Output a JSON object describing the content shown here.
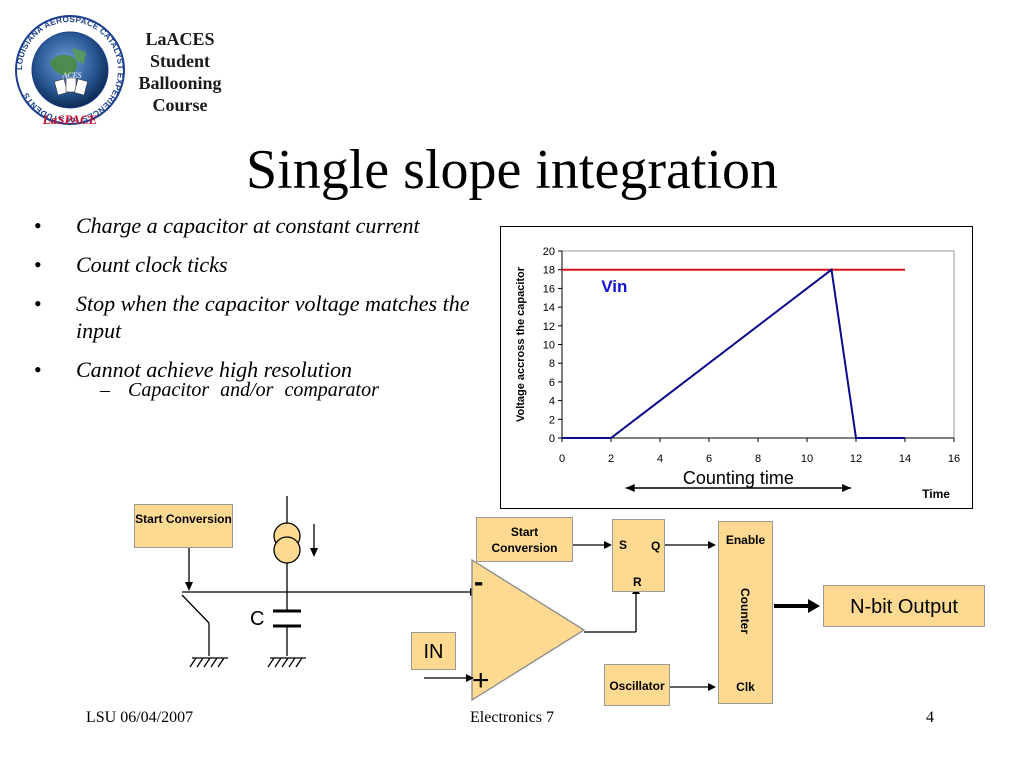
{
  "header": {
    "org_lines": [
      "LaACES",
      "Student",
      "Ballooning",
      "Course"
    ],
    "logo": {
      "ring_text": "LOUISIANA AEROSPACE CATALYST EXPERIENCES for STUDENTS",
      "inner_text": "ACES",
      "brand_text": "LaSPACE"
    }
  },
  "slide": {
    "title": "Single slope integration",
    "bullets": [
      "Charge a capacitor at constant current",
      "Count clock ticks",
      "Stop when the capacitor voltage matches the input",
      "Cannot achieve high resolution"
    ],
    "sub_bullet": "Capacitor and/or comparator"
  },
  "chart_data": {
    "type": "line",
    "xlabel": "Time",
    "ylabel": "Voltage accross the capacitor",
    "xlim": [
      0,
      16
    ],
    "ylim": [
      0,
      20
    ],
    "xticks": [
      0,
      2,
      4,
      6,
      8,
      10,
      12,
      14,
      16
    ],
    "yticks": [
      0,
      2,
      4,
      6,
      8,
      10,
      12,
      14,
      16,
      18,
      20
    ],
    "grid": false,
    "series": [
      {
        "name": "Vin",
        "color": "#e0101a",
        "x": [
          0,
          14
        ],
        "y": [
          18,
          18
        ]
      },
      {
        "name": "",
        "color": "#0a0a8c",
        "x": [
          0,
          2,
          11,
          12,
          14
        ],
        "y": [
          0,
          0,
          18,
          0,
          0
        ]
      }
    ],
    "annotations": [
      {
        "text": "Vin",
        "color": "#1212d8",
        "x": 1.6,
        "y": 15.6
      },
      {
        "text": "Counting time",
        "arrow_from": 2.6,
        "arrow_to": 11.8
      }
    ]
  },
  "diagram": {
    "start_conversion_1": "Start Conversion",
    "start_conversion_2": "Start Conversion",
    "capacitor_label": "C",
    "input_label": "IN",
    "minus_sign": "-",
    "plus_sign": "+",
    "sr_s": "S",
    "sr_q": "Q",
    "sr_r": "R",
    "counter_enable": "Enable",
    "counter_label": "Counter",
    "counter_clk": "Clk",
    "oscillator": "Oscillator",
    "output": "N-bit Output",
    "colors": {
      "box_fill": "#fdd991",
      "box_border": "#9a9a9a"
    }
  },
  "footer": {
    "left": "LSU 06/04/2007",
    "center": "Electronics 7",
    "right": "4"
  }
}
